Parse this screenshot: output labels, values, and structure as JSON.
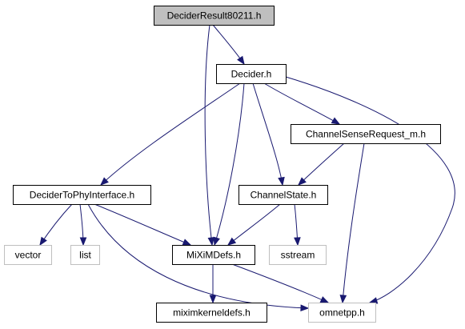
{
  "diagram": {
    "colors": {
      "edge": "#191970",
      "node_border_resolved": "#000000",
      "node_border_external": "#bfbfbf",
      "node_fill_default": "#ffffff",
      "node_fill_root": "#bfbfbf",
      "text": "#000000"
    },
    "nodes": {
      "decider_result": {
        "label": "DeciderResult80211.h",
        "kind": "root"
      },
      "decider": {
        "label": "Decider.h",
        "kind": "resolved"
      },
      "channel_sense_request": {
        "label": "ChannelSenseRequest_m.h",
        "kind": "resolved"
      },
      "decider_to_phy": {
        "label": "DeciderToPhyInterface.h",
        "kind": "resolved"
      },
      "channel_state": {
        "label": "ChannelState.h",
        "kind": "resolved"
      },
      "vector": {
        "label": "vector",
        "kind": "external"
      },
      "list": {
        "label": "list",
        "kind": "external"
      },
      "mixim_defs": {
        "label": "MiXiMDefs.h",
        "kind": "resolved"
      },
      "sstream": {
        "label": "sstream",
        "kind": "external"
      },
      "miximkerneldefs": {
        "label": "miximkerneldefs.h",
        "kind": "resolved"
      },
      "omnetpp": {
        "label": "omnetpp.h",
        "kind": "external"
      }
    },
    "edges": [
      {
        "from": "decider_result",
        "to": "decider"
      },
      {
        "from": "decider_result",
        "to": "mixim_defs"
      },
      {
        "from": "decider",
        "to": "decider_to_phy"
      },
      {
        "from": "decider",
        "to": "mixim_defs"
      },
      {
        "from": "decider",
        "to": "channel_state"
      },
      {
        "from": "decider",
        "to": "channel_sense_request"
      },
      {
        "from": "decider",
        "to": "omnetpp"
      },
      {
        "from": "channel_sense_request",
        "to": "channel_state"
      },
      {
        "from": "channel_sense_request",
        "to": "omnetpp"
      },
      {
        "from": "decider_to_phy",
        "to": "vector"
      },
      {
        "from": "decider_to_phy",
        "to": "list"
      },
      {
        "from": "decider_to_phy",
        "to": "mixim_defs"
      },
      {
        "from": "decider_to_phy",
        "to": "omnetpp"
      },
      {
        "from": "channel_state",
        "to": "mixim_defs"
      },
      {
        "from": "channel_state",
        "to": "sstream"
      },
      {
        "from": "mixim_defs",
        "to": "miximkerneldefs"
      },
      {
        "from": "mixim_defs",
        "to": "omnetpp"
      }
    ]
  }
}
